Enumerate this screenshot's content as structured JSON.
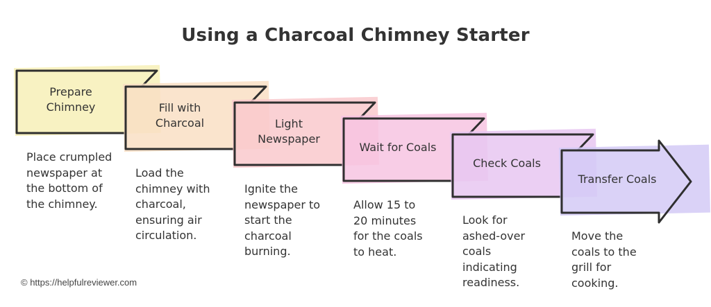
{
  "title": "Using a Charcoal Chimney Starter",
  "steps": [
    {
      "label_lines": [
        "Prepare",
        "Chimney"
      ],
      "color": "#f7f0b7",
      "description": "Place crumpled\nnewspaper at\nthe bottom of\nthe chimney."
    },
    {
      "label_lines": [
        "Fill with",
        "Charcoal"
      ],
      "color": "#f9dfc4",
      "description": "Load the\nchimney with\ncharcoal,\nensuring air\ncirculation."
    },
    {
      "label_lines": [
        "Light",
        "Newspaper"
      ],
      "color": "#f9c9cc",
      "description": "Ignite the\nnewspaper to\nstart the\ncharcoal\nburning."
    },
    {
      "label_lines": [
        "Wait for Coals"
      ],
      "color": "#f7c4e2",
      "description": "Allow 15 to\n20 minutes\nfor the coals\nto heat."
    },
    {
      "label_lines": [
        "Check Coals"
      ],
      "color": "#e8c7f1",
      "description": "Look for\nashed-over\ncoals\nindicating\nreadiness."
    },
    {
      "label_lines": [
        "Transfer Coals"
      ],
      "color": "#d4caf6",
      "description": "Move the\ncoals to the\ngrill for\ncooking."
    }
  ],
  "footer": "© https://helpfulreviewer.com"
}
